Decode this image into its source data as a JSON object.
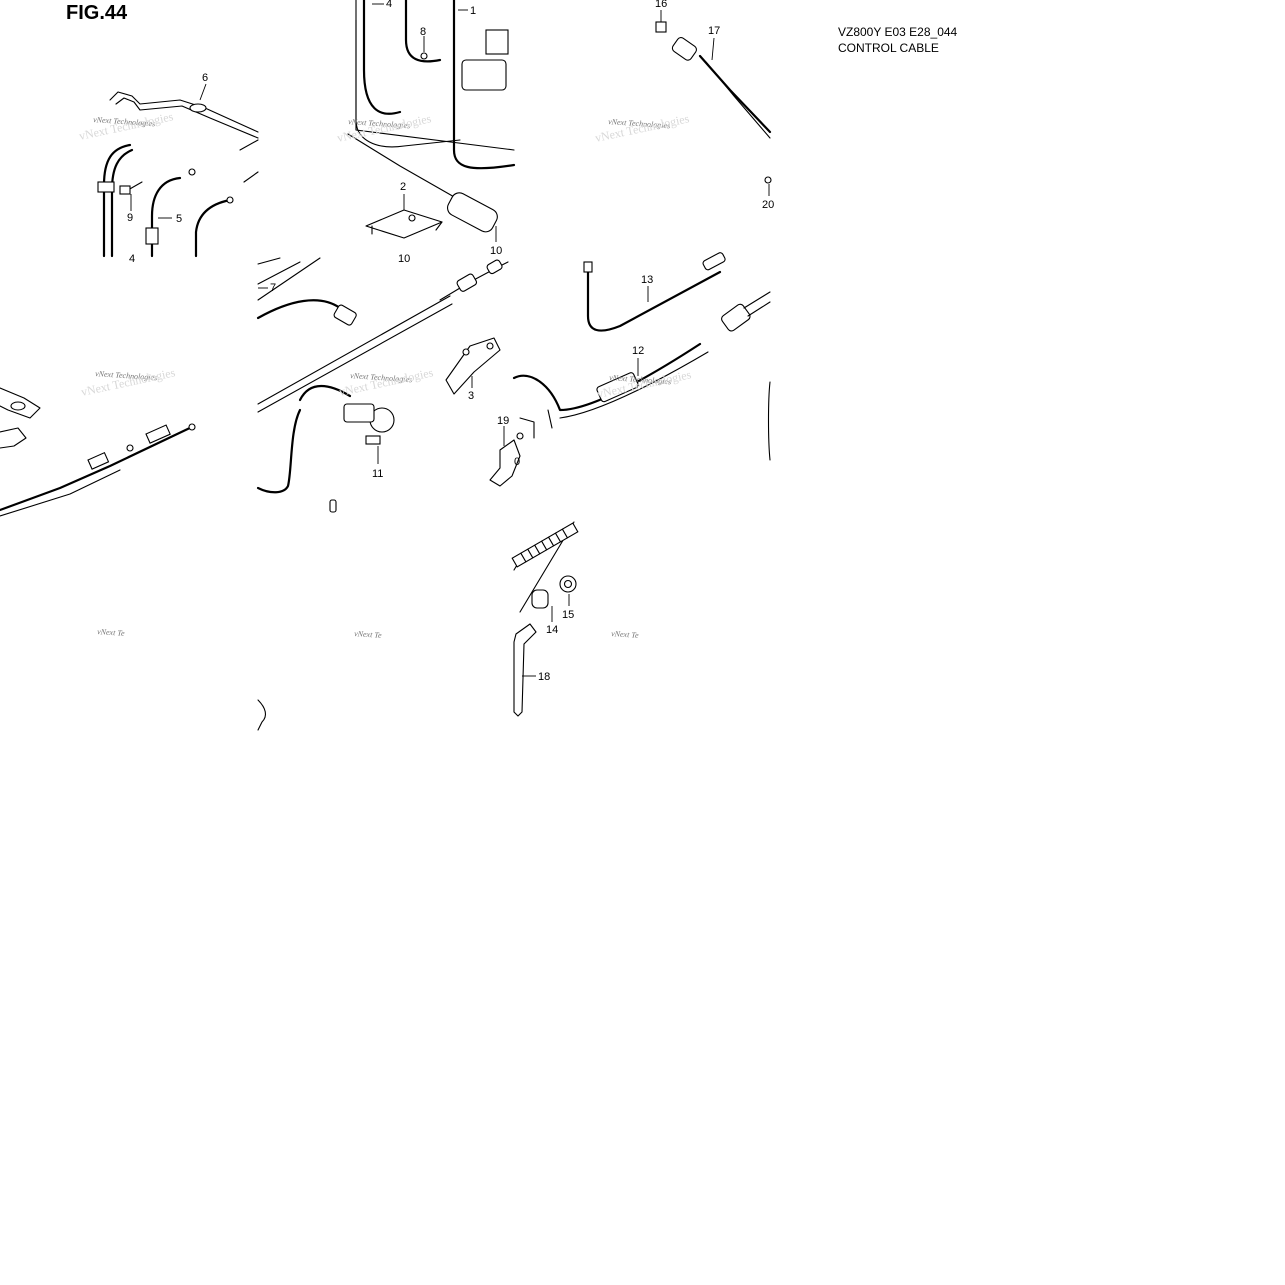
{
  "header": {
    "figure_label": "FIG.44",
    "model_code": "VZ800Y E03 E28_044",
    "diagram_title": "CONTROL CABLE"
  },
  "callouts": [
    {
      "id": "c1",
      "label": "1"
    },
    {
      "id": "c2",
      "label": "2"
    },
    {
      "id": "c3",
      "label": "3"
    },
    {
      "id": "c4",
      "label": "4"
    },
    {
      "id": "c4b",
      "label": "4"
    },
    {
      "id": "c5",
      "label": "5"
    },
    {
      "id": "c6",
      "label": "6"
    },
    {
      "id": "c7",
      "label": "7"
    },
    {
      "id": "c8",
      "label": "8"
    },
    {
      "id": "c9",
      "label": "9"
    },
    {
      "id": "c10",
      "label": "10"
    },
    {
      "id": "c11",
      "label": "11"
    },
    {
      "id": "c12",
      "label": "12"
    },
    {
      "id": "c13",
      "label": "13"
    },
    {
      "id": "c14",
      "label": "14"
    },
    {
      "id": "c15",
      "label": "15"
    },
    {
      "id": "c16",
      "label": "16"
    },
    {
      "id": "c17",
      "label": "17"
    },
    {
      "id": "c18",
      "label": "18"
    },
    {
      "id": "c19",
      "label": "19"
    },
    {
      "id": "c20",
      "label": "0"
    },
    {
      "id": "c20b",
      "label": "20"
    },
    {
      "id": "c10b",
      "label": "10"
    }
  ],
  "watermark": {
    "text": "vNext Technologies",
    "partial_text": "vNext Te"
  }
}
